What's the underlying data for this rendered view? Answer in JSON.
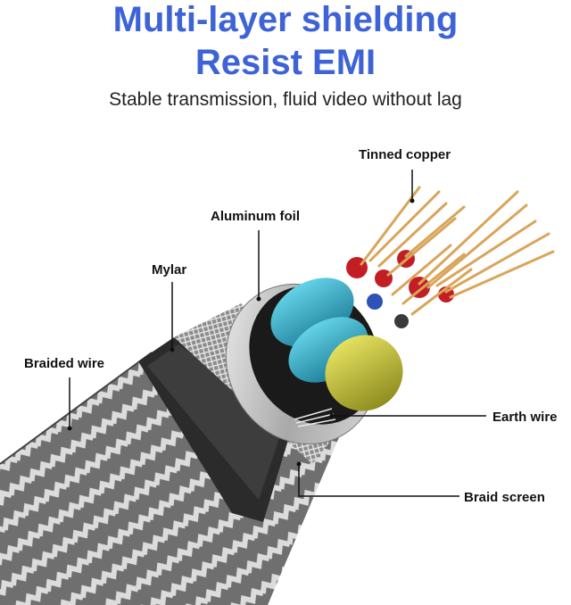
{
  "header": {
    "title_line1": "Multi-layer shielding",
    "title_line2": "Resist EMI",
    "subtitle": "Stable transmission, fluid video without lag"
  },
  "labels": {
    "tinned_copper": "Tinned copper",
    "aluminum_foil": "Aluminum foil",
    "mylar": "Mylar",
    "braided_wire": "Braided wire",
    "earth_wire": "Earth wire",
    "braid_screen": "Braid screen"
  },
  "colors": {
    "title": "#3d63d6",
    "wire_teal": "#2fa6c4",
    "wire_yellow": "#c4c23a",
    "wire_red": "#c41e25",
    "wire_blue": "#2f52b8",
    "copper": "#d9a55a"
  }
}
